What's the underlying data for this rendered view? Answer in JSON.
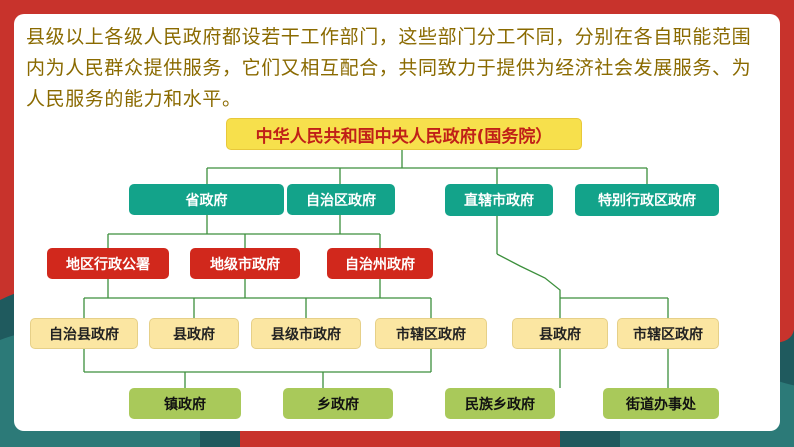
{
  "intro_text": "县级以上各级人民政府都设若干工作部门，这些部门分工不同，分别在各自职能范围内为人民群众提供服务，它们又相互配合，共同致力于提供为经济社会发展服务、为人民服务的能力和水平。",
  "diagram": {
    "top": "中华人民共和国中央人民政府(国务院）",
    "level1": [
      "省政府",
      "自治区政府",
      "直辖市政府",
      "特别行政区政府"
    ],
    "level2": [
      "地区行政公署",
      "地级市政府",
      "自治州政府"
    ],
    "level3": [
      "自治县政府",
      "县政府",
      "县级市政府",
      "市辖区政府",
      "县政府",
      "市辖区政府"
    ],
    "level4": [
      "镇政府",
      "乡政府",
      "民族乡政府",
      "街道办事处"
    ]
  },
  "colors": {
    "background": "#c8332c",
    "top_box": "#f7e04c",
    "province_box": "#13a38a",
    "prefecture_box": "#d1281c",
    "county_box": "#fbe6a2",
    "township_box": "#a9c95a",
    "connector": "#3c8f3c",
    "intro_text": "#8a6a00"
  }
}
